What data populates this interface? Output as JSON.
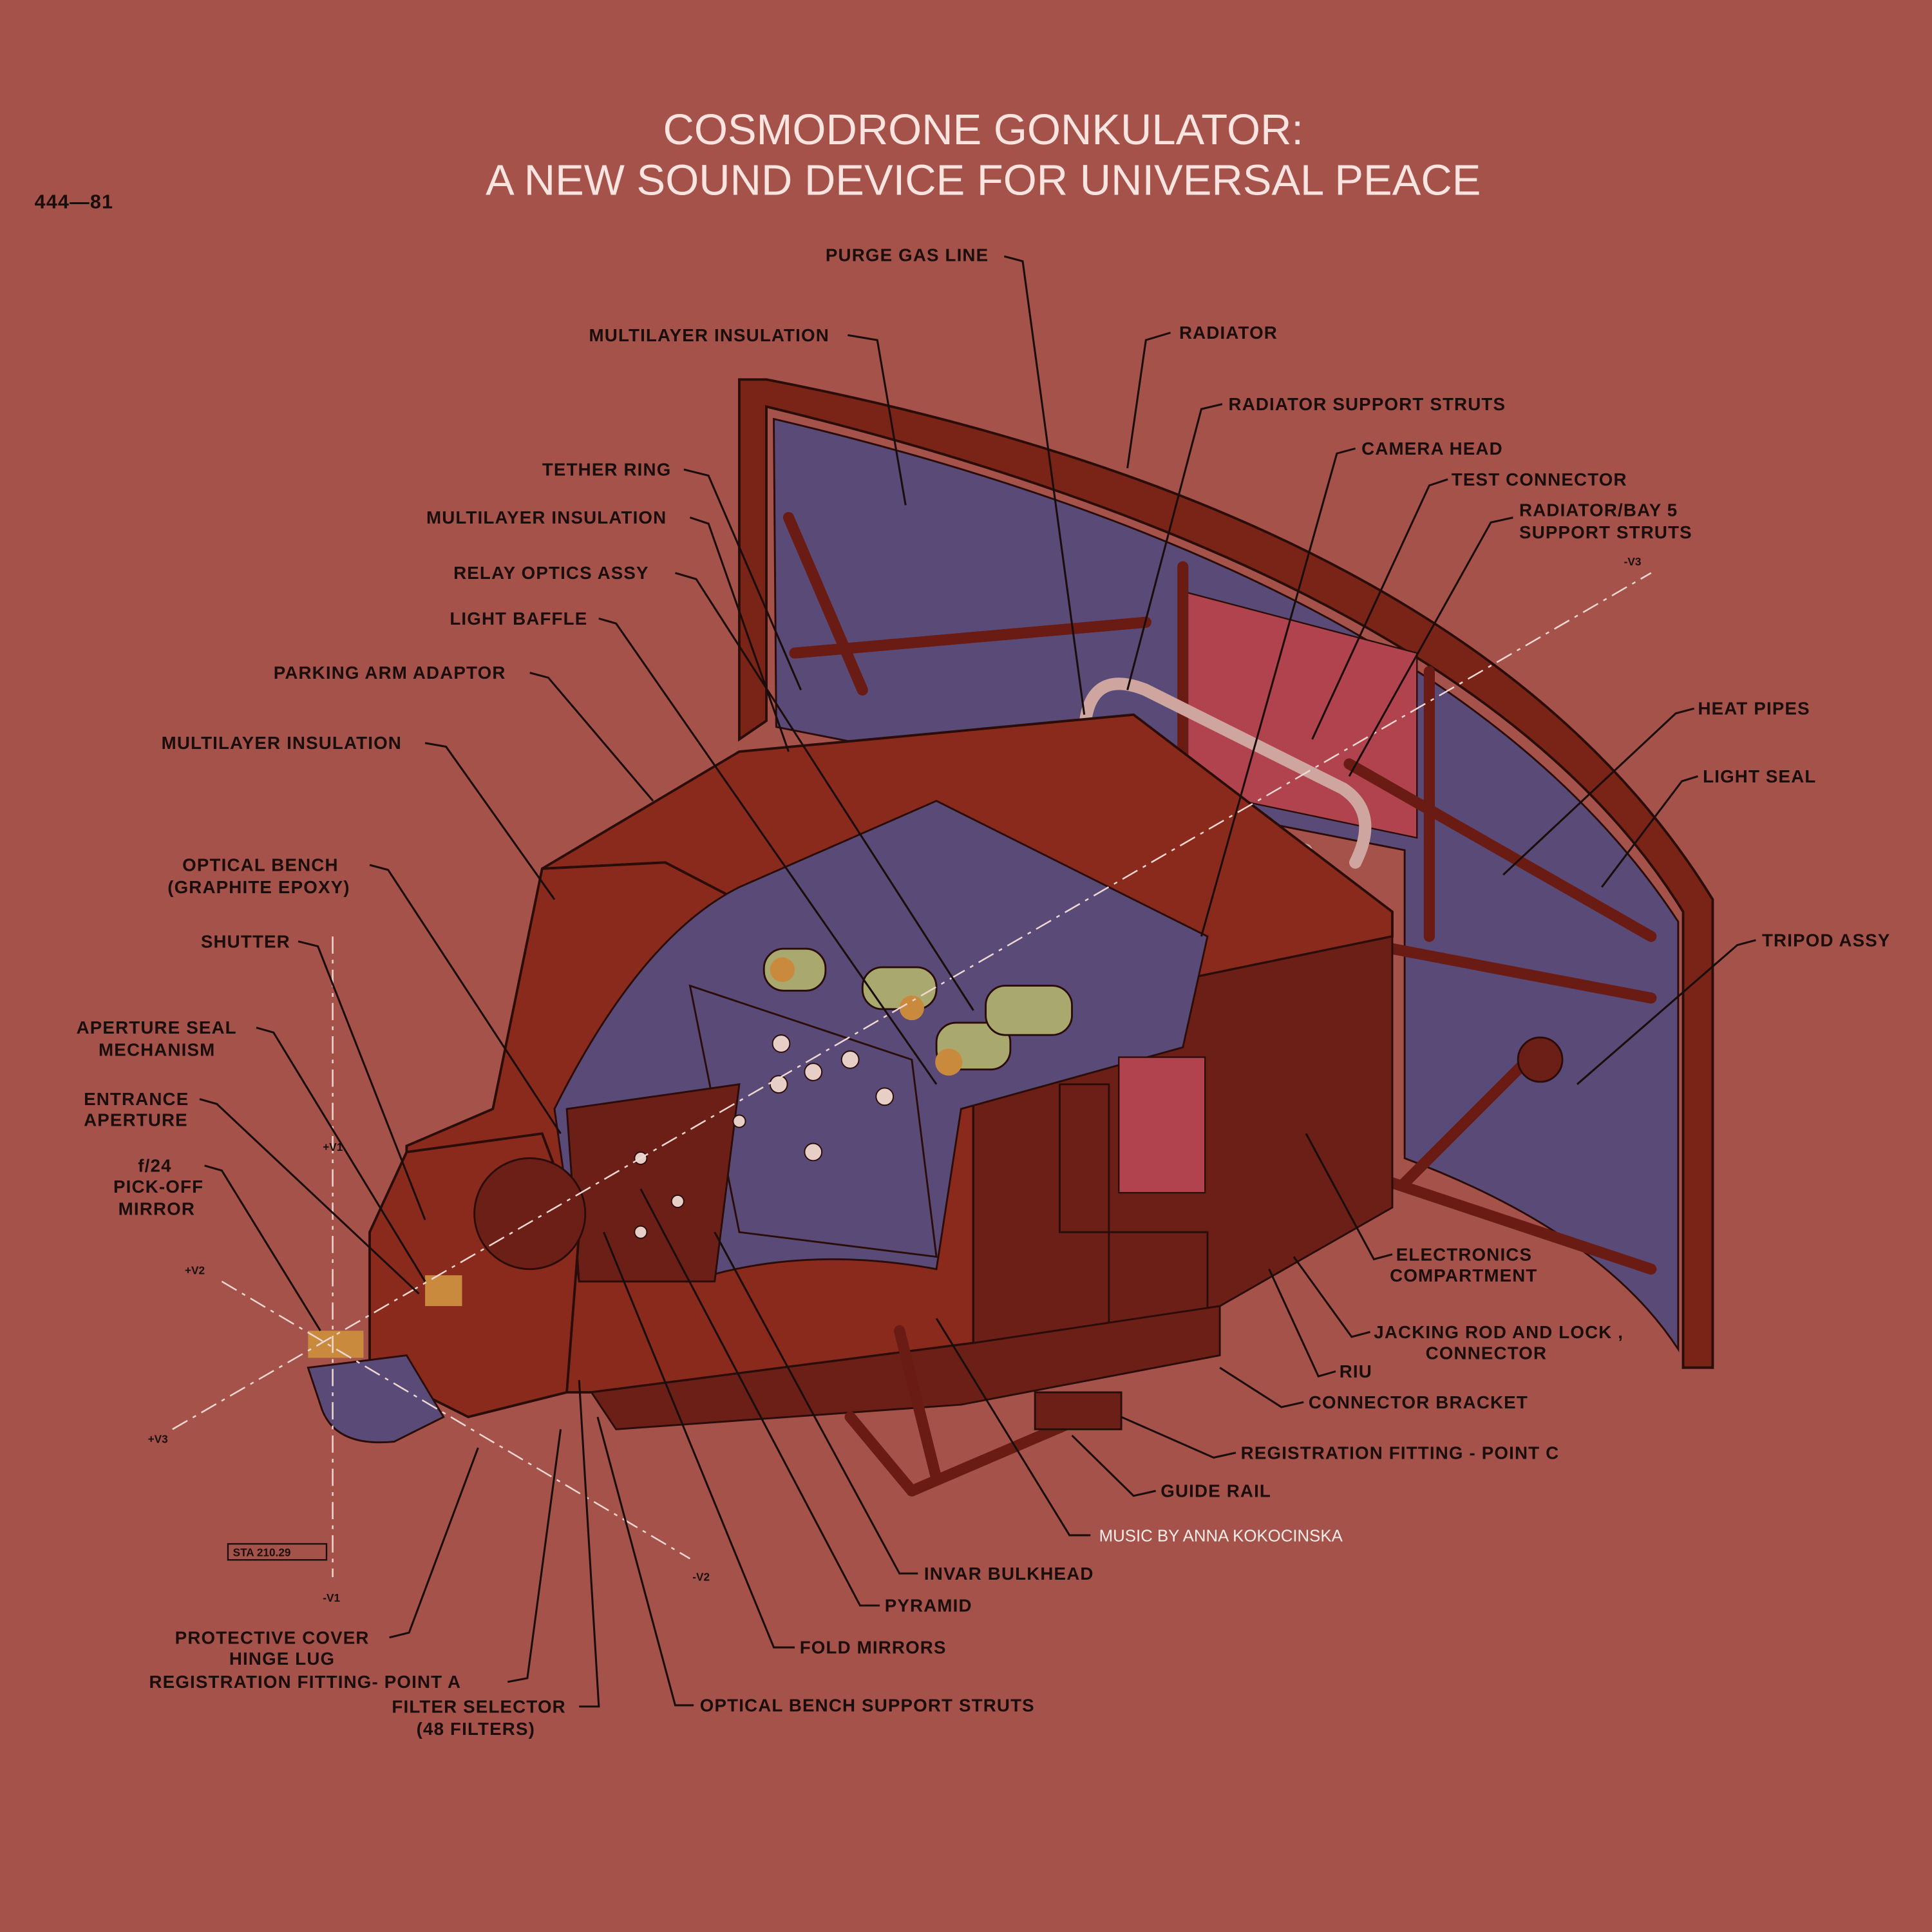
{
  "title": {
    "line1": "COSMODRONE GONKULATOR:",
    "line2": "A NEW SOUND DEVICE FOR UNIVERSAL PEACE"
  },
  "figure_number": "444—81",
  "credit": "MUSIC BY ANNA KOKOCINSKA",
  "labels": {
    "purge_gas_line": "PURGE GAS LINE",
    "multilayer_insulation_top": "MULTILAYER INSULATION",
    "radiator": "RADIATOR",
    "radiator_support_struts": "RADIATOR SUPPORT STRUTS",
    "camera_head": "CAMERA HEAD",
    "test_connector": "TEST CONNECTOR",
    "radiator_bay5_1": "RADIATOR/BAY 5",
    "radiator_bay5_2": "SUPPORT STRUTS",
    "tether_ring": "TETHER RING",
    "multilayer_insulation_mid": "MULTILAYER INSULATION",
    "relay_optics": "RELAY OPTICS ASSY",
    "light_baffle": "LIGHT BAFFLE",
    "parking_arm": "PARKING ARM ADAPTOR",
    "multilayer_insulation_low": "MULTILAYER INSULATION",
    "heat_pipes": "HEAT PIPES",
    "light_seal": "LIGHT SEAL",
    "optical_bench_1": "OPTICAL BENCH",
    "optical_bench_2": "(GRAPHITE EPOXY)",
    "shutter": "SHUTTER",
    "tripod_assy": "TRIPOD ASSY",
    "aperture_seal_1": "APERTURE SEAL",
    "aperture_seal_2": "MECHANISM",
    "entrance_1": "ENTRANCE",
    "entrance_2": "APERTURE",
    "pickoff_1": "f/24",
    "pickoff_2": "PICK-OFF",
    "pickoff_3": "MIRROR",
    "electronics_1": "ELECTRONICS",
    "electronics_2": "COMPARTMENT",
    "jacking_1": "JACKING ROD AND LOCK ,",
    "jacking_2": "CONNECTOR",
    "riu": "RIU",
    "connector_bracket": "CONNECTOR BRACKET",
    "reg_fitting_c": "REGISTRATION FITTING - POINT C",
    "guide_rail": "GUIDE RAIL",
    "invar_bulkhead": "INVAR BULKHEAD",
    "pyramid": "PYRAMID",
    "fold_mirrors": "FOLD MIRRORS",
    "protective_cover_1": "PROTECTIVE COVER",
    "protective_cover_2": "HINGE LUG",
    "reg_fitting_a": "REGISTRATION FITTING- POINT A",
    "filter_selector_1": "FILTER SELECTOR",
    "filter_selector_2": "(48 FILTERS)",
    "optical_bench_struts": "OPTICAL BENCH SUPPORT STRUTS"
  },
  "axes": {
    "plus_v1": "+V1",
    "minus_v1": "-V1",
    "plus_v2": "+V2",
    "minus_v2": "-V2",
    "plus_v3": "+V3",
    "minus_v3": "-V3",
    "station": "STA 210.29"
  },
  "colors": {
    "background": "#a5524a",
    "title_text": "#fbe4e0",
    "label_text": "#1a0d0b"
  }
}
